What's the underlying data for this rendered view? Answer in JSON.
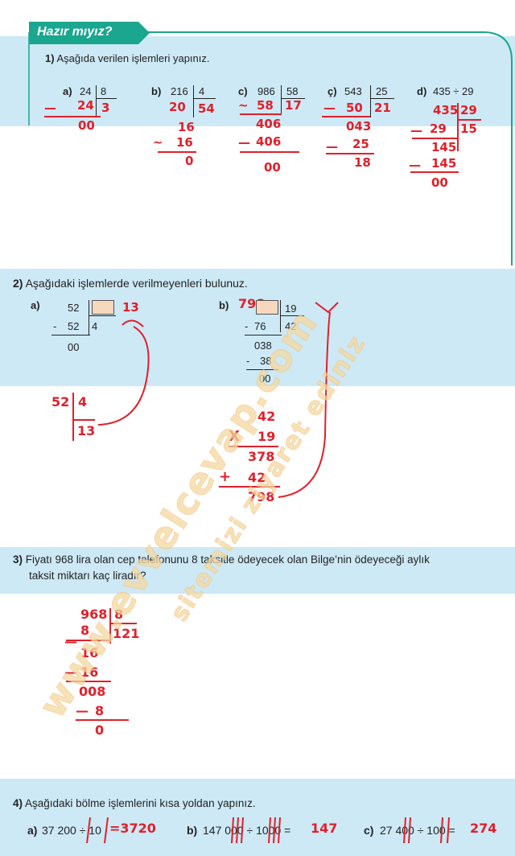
{
  "header_tag": "Hazır mıyız?",
  "q1": {
    "number": "1)",
    "text": "Aşağıda verilen işlemleri yapınız.",
    "items": [
      {
        "label": "a)",
        "dividend": "24",
        "divisor": "8",
        "hw_lines": [
          "24",
          "00"
        ],
        "quotient": "3"
      },
      {
        "label": "b)",
        "dividend": "216",
        "divisor": "4",
        "hw_lines": [
          "20",
          "16",
          "16",
          "0"
        ],
        "quotient": "54"
      },
      {
        "label": "c)",
        "dividend": "986",
        "divisor": "58",
        "hw_lines": [
          "58",
          "406",
          "406",
          "00"
        ],
        "quotient": "17"
      },
      {
        "label": "ç)",
        "dividend": "543",
        "divisor": "25",
        "hw_lines": [
          "50",
          "043",
          "25",
          "18"
        ],
        "quotient": "21"
      },
      {
        "label": "d)",
        "expression": "435 ÷ 29",
        "hw_dividend": "435",
        "hw_divisor": "29",
        "hw_lines": [
          "29",
          "145",
          "145",
          "00"
        ],
        "quotient": "15"
      }
    ]
  },
  "q2": {
    "number": "2)",
    "text": "Aşağıdaki işlemlerde verilmeyenleri bulunuz.",
    "a": {
      "label": "a)",
      "dividend": "52",
      "sub": "52",
      "divisor": "4",
      "remainder": "00",
      "answer": "13",
      "check_dividend": "52",
      "check_divisor": "4",
      "check_result": "13"
    },
    "b": {
      "label": "b)",
      "answer": "798",
      "divisor": "19",
      "sub1": "76",
      "quotient": "42",
      "mid": "038",
      "sub2": "38",
      "remainder": "00",
      "mult_a": "42",
      "mult_b": "19",
      "product": "378",
      "add": "42",
      "sum": "798"
    }
  },
  "q3": {
    "number": "3)",
    "line1": "Fiyatı 968 lira olan cep telefonunu 8 taksitle ödeyecek olan Bilge’nin ödeyeceği aylık",
    "line2": "taksit miktarı kaç liradır?",
    "work": {
      "dividend": "968",
      "divisor": "8",
      "quotient": "121",
      "lines": [
        "8",
        "16",
        "16",
        "008",
        "8",
        "0"
      ]
    }
  },
  "q4": {
    "number": "4)",
    "text": "Aşağıdaki bölme işlemlerini kısa yoldan yapınız.",
    "a": {
      "label": "a)",
      "expr": "37 200 ÷ 10",
      "answer": "=3720"
    },
    "b": {
      "label": "b)",
      "expr": "147 000 ÷ 1000 =",
      "answer": "147"
    },
    "c": {
      "label": "c)",
      "expr": "27 400 ÷ 100 =",
      "answer": "274"
    }
  },
  "watermark": {
    "line1": "www.evvelcevap.com",
    "line2": "sitemizi ziyaret ediniz"
  },
  "colors": {
    "band": "#cde9f6",
    "teal": "#1aa68f",
    "handwriting": "#e0202a",
    "box": "#f8d8bc"
  }
}
